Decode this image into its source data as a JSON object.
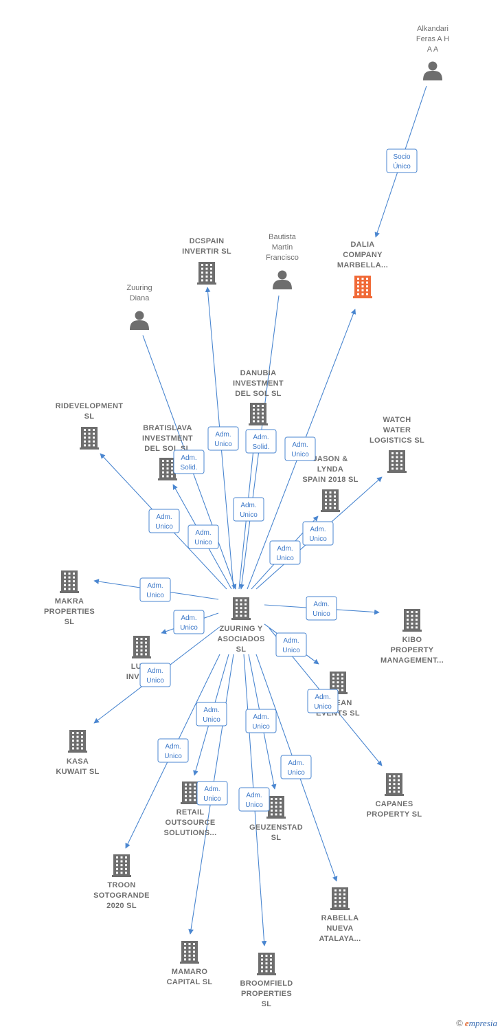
{
  "colors": {
    "edge": "#4a86d0",
    "building": "#6e6e6e",
    "focus_building": "#f06a38",
    "person": "#6e6e6e"
  },
  "nodes": [
    {
      "id": "alkandari",
      "type": "person",
      "label": [
        "Alkandari",
        "Feras A H",
        "A A"
      ]
    },
    {
      "id": "dalia",
      "type": "company",
      "focus": true,
      "label": [
        "DALIA",
        "COMPANY",
        "MARBELLA..."
      ]
    },
    {
      "id": "dcspain",
      "type": "company",
      "label": [
        "DCSPAIN",
        "INVERTIR  SL"
      ]
    },
    {
      "id": "bautista",
      "type": "person",
      "label": [
        "Bautista",
        "Martin",
        "Francisco"
      ]
    },
    {
      "id": "zdiana",
      "type": "person",
      "label": [
        "Zuuring",
        "Diana"
      ]
    },
    {
      "id": "danubia",
      "type": "company",
      "label": [
        "DANUBIA",
        "INVESTMENT",
        "DEL SOL  SL"
      ]
    },
    {
      "id": "ridev",
      "type": "company",
      "label": [
        "RIDEVELOPMENT",
        "SL"
      ]
    },
    {
      "id": "bratislava",
      "type": "company",
      "label": [
        "BRATISLAVA",
        "INVESTMENT",
        "DEL SOL  SL"
      ]
    },
    {
      "id": "watch",
      "type": "company",
      "label": [
        "WATCH",
        "WATER",
        "LOGISTICS  SL"
      ]
    },
    {
      "id": "jason",
      "type": "company",
      "label": [
        "JASON  &",
        "LYNDA",
        "SPAIN 2018  SL"
      ]
    },
    {
      "id": "makra",
      "type": "company",
      "label": [
        "MAKRA",
        "PROPERTIES",
        "SL"
      ]
    },
    {
      "id": "zuuring",
      "type": "company",
      "label": [
        "ZUURING Y",
        "ASOCIADOS",
        "SL"
      ]
    },
    {
      "id": "kibo",
      "type": "company",
      "label": [
        "KIBO",
        "PROPERTY",
        "MANAGEMENT..."
      ]
    },
    {
      "id": "luxe",
      "type": "company",
      "label": [
        "LUXE",
        "INVES..."
      ]
    },
    {
      "id": "ocean",
      "type": "company",
      "label": [
        "OCEAN",
        "EVENTS  SL"
      ]
    },
    {
      "id": "kasa",
      "type": "company",
      "label": [
        "KASA",
        "KUWAIT  SL"
      ]
    },
    {
      "id": "capanes",
      "type": "company",
      "label": [
        "CAPANES",
        "PROPERTY  SL"
      ]
    },
    {
      "id": "retail",
      "type": "company",
      "label": [
        "RETAIL",
        "OUTSOURCE",
        "SOLUTIONS..."
      ]
    },
    {
      "id": "geuzenstad",
      "type": "company",
      "label": [
        "GEUZENSTAD",
        "SL"
      ]
    },
    {
      "id": "troon",
      "type": "company",
      "label": [
        "TROON",
        "SOTOGRANDE",
        "2020  SL"
      ]
    },
    {
      "id": "rabella",
      "type": "company",
      "label": [
        "RABELLA",
        "NUEVA",
        "ATALAYA..."
      ]
    },
    {
      "id": "mamaro",
      "type": "company",
      "label": [
        "MAMARO",
        "CAPITAL  SL"
      ]
    },
    {
      "id": "broomfield",
      "type": "company",
      "label": [
        "BROOMFIELD",
        "PROPERTIES",
        "SL"
      ]
    }
  ],
  "edges": [
    {
      "from": "alkandari",
      "to": "dalia",
      "label": [
        "Socio",
        "Único"
      ]
    },
    {
      "from": "zuuring",
      "to": "dcspain",
      "label": [
        "Adm.",
        "Unico"
      ]
    },
    {
      "from": "bautista",
      "to": "zuuring",
      "label": [
        "Adm.",
        "Solid."
      ]
    },
    {
      "from": "zdiana",
      "to": "zuuring",
      "label": [
        "Adm.",
        "Solid."
      ]
    },
    {
      "from": "zuuring",
      "to": "dalia",
      "label": [
        "Adm.",
        "Unico"
      ]
    },
    {
      "from": "zuuring",
      "to": "danubia",
      "label": [
        "Adm.",
        "Unico"
      ]
    },
    {
      "from": "zuuring",
      "to": "ridev",
      "label": [
        "Adm.",
        "Unico"
      ]
    },
    {
      "from": "zuuring",
      "to": "bratislava",
      "label": [
        "Adm.",
        "Unico"
      ]
    },
    {
      "from": "zuuring",
      "to": "watch",
      "label": [
        "Adm.",
        "Unico"
      ]
    },
    {
      "from": "zuuring",
      "to": "jason",
      "label": [
        "Adm.",
        "Unico"
      ]
    },
    {
      "from": "zuuring",
      "to": "makra",
      "label": [
        "Adm.",
        "Unico"
      ]
    },
    {
      "from": "zuuring",
      "to": "kibo",
      "label": [
        "Adm.",
        "Unico"
      ]
    },
    {
      "from": "zuuring",
      "to": "luxe",
      "label": [
        "Adm.",
        "Unico"
      ]
    },
    {
      "from": "zuuring",
      "to": "ocean",
      "label": [
        "Adm.",
        "Unico"
      ]
    },
    {
      "from": "zuuring",
      "to": "kasa",
      "label": [
        "Adm.",
        "Unico"
      ]
    },
    {
      "from": "zuuring",
      "to": "capanes",
      "label": [
        "Adm.",
        "Unico"
      ]
    },
    {
      "from": "zuuring",
      "to": "retail",
      "label": [
        "Adm.",
        "Unico"
      ]
    },
    {
      "from": "zuuring",
      "to": "geuzenstad",
      "label": [
        "Adm.",
        "Unico"
      ]
    },
    {
      "from": "zuuring",
      "to": "troon",
      "label": [
        "Adm.",
        "Unico"
      ]
    },
    {
      "from": "zuuring",
      "to": "rabella",
      "label": [
        "Adm.",
        "Unico"
      ]
    },
    {
      "from": "zuuring",
      "to": "mamaro",
      "label": [
        "Adm.",
        "Unico"
      ]
    },
    {
      "from": "zuuring",
      "to": "broomfield",
      "label": [
        "Adm.",
        "Unico"
      ]
    }
  ],
  "footer": {
    "copyright": "©",
    "brand_first": "e",
    "brand_rest": "mpresia"
  }
}
